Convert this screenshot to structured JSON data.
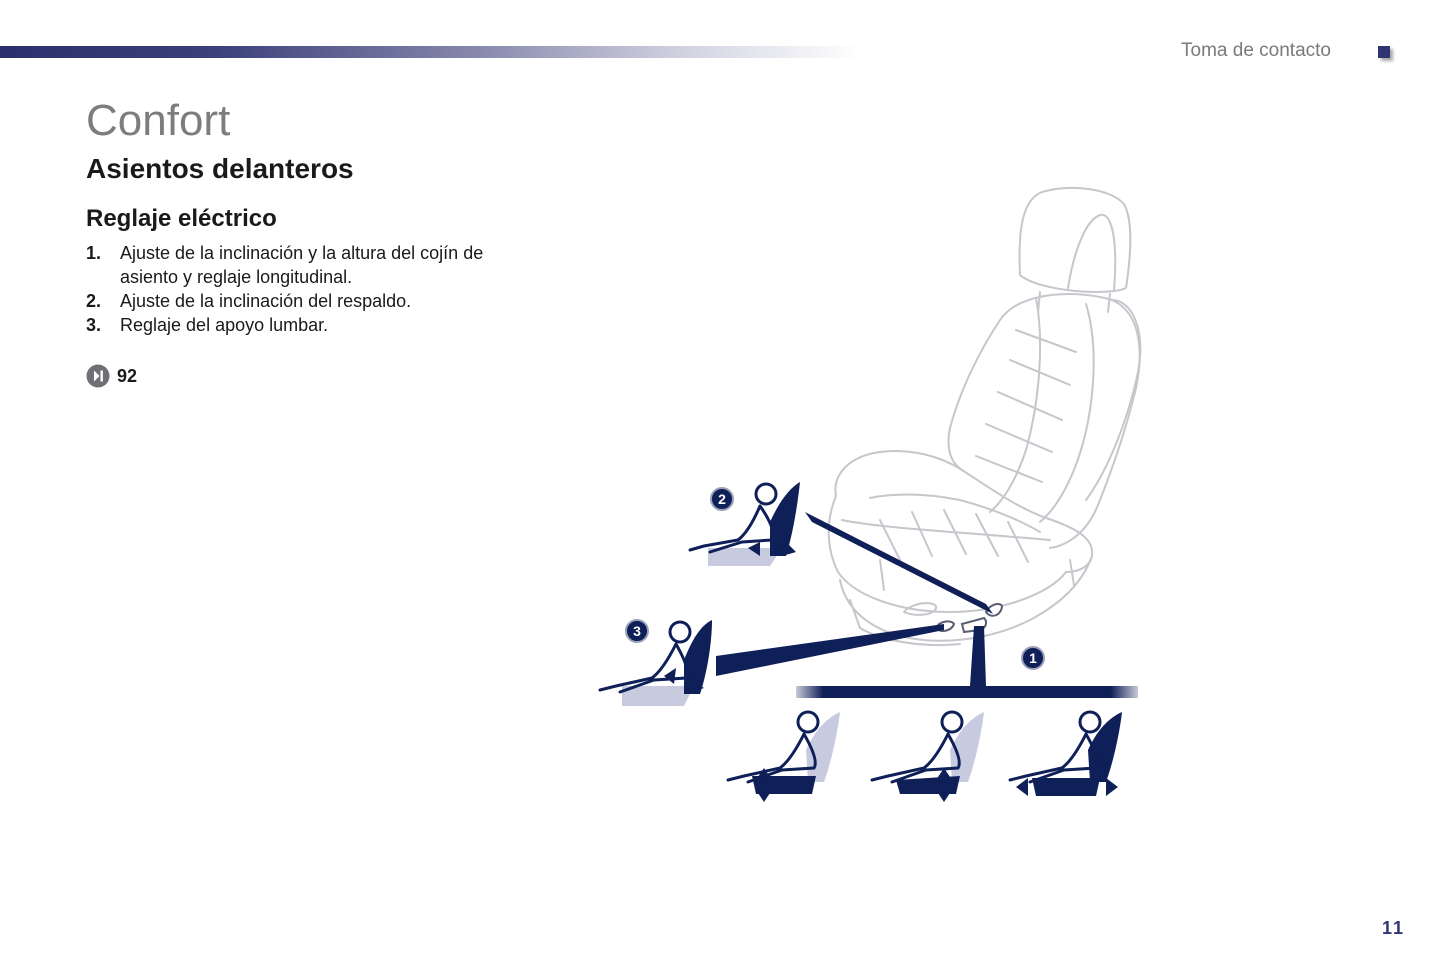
{
  "header": {
    "section_title": "Toma de contacto"
  },
  "content": {
    "title": "Confort",
    "subtitle": "Asientos delanteros",
    "group_title": "Reglaje eléctrico",
    "items": [
      {
        "num": "1.",
        "text": "Ajuste de la inclinación y la altura del cojín de asiento y reglaje longitudinal."
      },
      {
        "num": "2.",
        "text": "Ajuste de la inclinación del respaldo."
      },
      {
        "num": "3.",
        "text": "Reglaje del apoyo lumbar."
      }
    ],
    "reference_page": "92"
  },
  "illustration": {
    "callouts": [
      "1",
      "2",
      "3"
    ],
    "accent_color": "#0f1f57",
    "icon": "seat-adjustment-diagram"
  },
  "footer": {
    "page_number": "11"
  },
  "colors": {
    "brand": "#2f3473",
    "title_gray": "#7d7d7d"
  }
}
